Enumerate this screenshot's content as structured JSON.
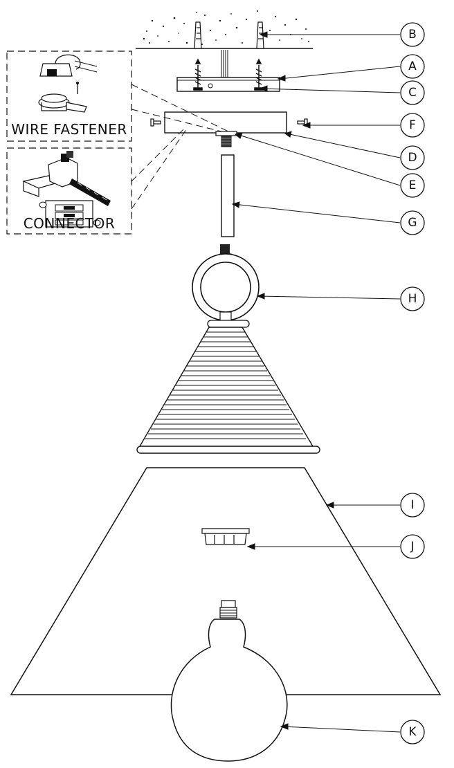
{
  "diagram": {
    "callouts": [
      {
        "id": "B",
        "label": "B"
      },
      {
        "id": "A",
        "label": "A"
      },
      {
        "id": "C",
        "label": "C"
      },
      {
        "id": "F",
        "label": "F"
      },
      {
        "id": "D",
        "label": "D"
      },
      {
        "id": "E",
        "label": "E"
      },
      {
        "id": "G",
        "label": "G"
      },
      {
        "id": "H",
        "label": "H"
      },
      {
        "id": "I",
        "label": "I"
      },
      {
        "id": "J",
        "label": "J"
      },
      {
        "id": "K",
        "label": "K"
      }
    ],
    "insets": {
      "wire_fastener": "WIRE FASTENER",
      "connector": "CONNECTOR"
    }
  }
}
